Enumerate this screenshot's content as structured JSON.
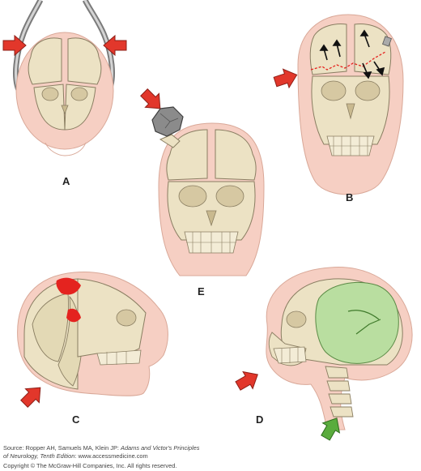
{
  "panels": {
    "a": {
      "label": "A"
    },
    "b": {
      "label": "B"
    },
    "c": {
      "label": "C"
    },
    "d": {
      "label": "D"
    },
    "e": {
      "label": "E"
    }
  },
  "source": {
    "prefix": "Source: Ropper AH, Samuels MA, Klein JP: ",
    "title": "Adams and Victor's Principles",
    "title_cont": "of Neurology, Tenth Edition",
    "url_suffix": ": www.accessmedicine.com",
    "copyright": "Copyright © The McGraw-Hill Companies, Inc. All rights reserved."
  },
  "colors": {
    "skin": "#f6cfc3",
    "bone": "#ece2c4",
    "brain": "#e3d9b5",
    "outline": "#8a7e62",
    "arrow_red": "#e2372b",
    "arrow_green": "#5aac3d",
    "bleed": "#e4231f",
    "brain_green": "#b9dea0",
    "rock": "#8b8b8b"
  }
}
